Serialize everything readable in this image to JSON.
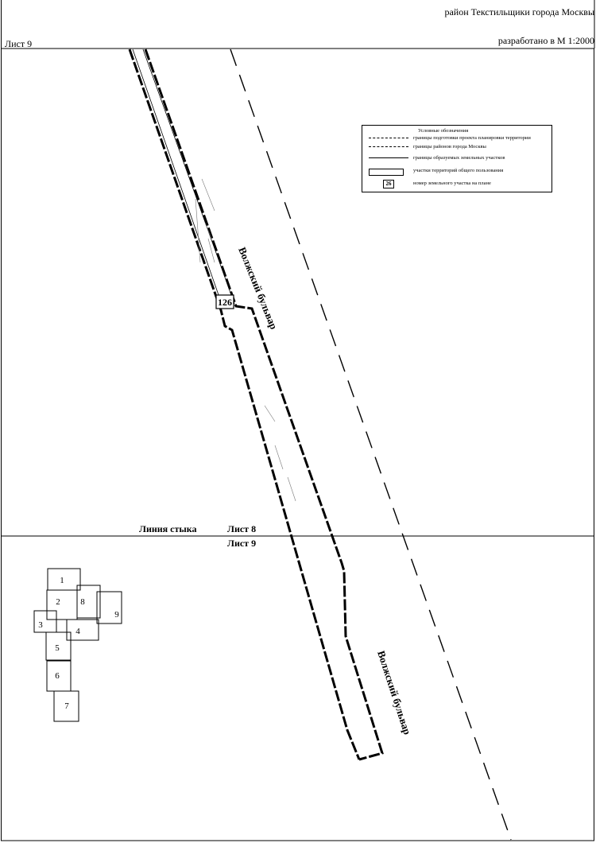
{
  "header": {
    "district": "район Текстильщики города Москвы",
    "sheet": "Лист 9",
    "scale": "разработано в М 1:2000"
  },
  "legend": {
    "title": "Условные обозначения",
    "items": [
      {
        "symbol": "dash-double",
        "label": "границы подготовки проекта планировки территории"
      },
      {
        "symbol": "dash-long",
        "label": "границы районов города Москвы"
      },
      {
        "symbol": "solid",
        "label": "границы образуемых земельных участков"
      },
      {
        "symbol": "rect",
        "label": "участки территорий общего пользования"
      },
      {
        "symbol": "number",
        "sample": "26",
        "label": "номер земельного участка на плане"
      }
    ]
  },
  "map": {
    "street_upper": "Волжский бульвар",
    "street_lower": "Волжский бульвар",
    "parcel_number": "126",
    "joint_line_label": "Линия стыка",
    "joint_sheet_above": "Лист 8",
    "joint_sheet_below": "Лист 9"
  },
  "index": {
    "cells": [
      "1",
      "2",
      "3",
      "4",
      "5",
      "6",
      "7",
      "8",
      "9"
    ]
  }
}
